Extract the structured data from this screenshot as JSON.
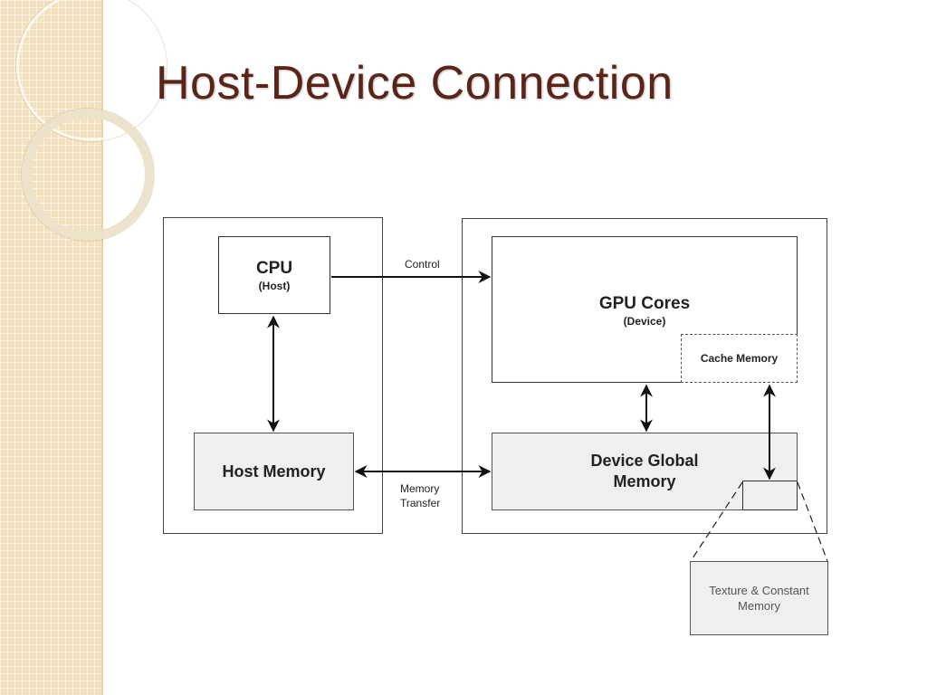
{
  "slide": {
    "title": "Host-Device Connection"
  },
  "diagram": {
    "cpu": {
      "title": "CPU",
      "subtitle": "(Host)"
    },
    "host_memory": {
      "title": "Host Memory"
    },
    "gpu_cores": {
      "title": "GPU Cores",
      "subtitle": "(Device)"
    },
    "cache_memory": {
      "title": "Cache Memory"
    },
    "device_global_memory": {
      "line1": "Device Global",
      "line2": "Memory"
    },
    "texture_constant_memory": {
      "line1": "Texture & Constant",
      "line2": "Memory"
    },
    "edges": {
      "control": "Control",
      "memory_transfer_line1": "Memory",
      "memory_transfer_line2": "Transfer"
    }
  },
  "colors": {
    "title": "#5a2418",
    "band": "#f3e2bf",
    "shaded_box": "#efefef"
  }
}
